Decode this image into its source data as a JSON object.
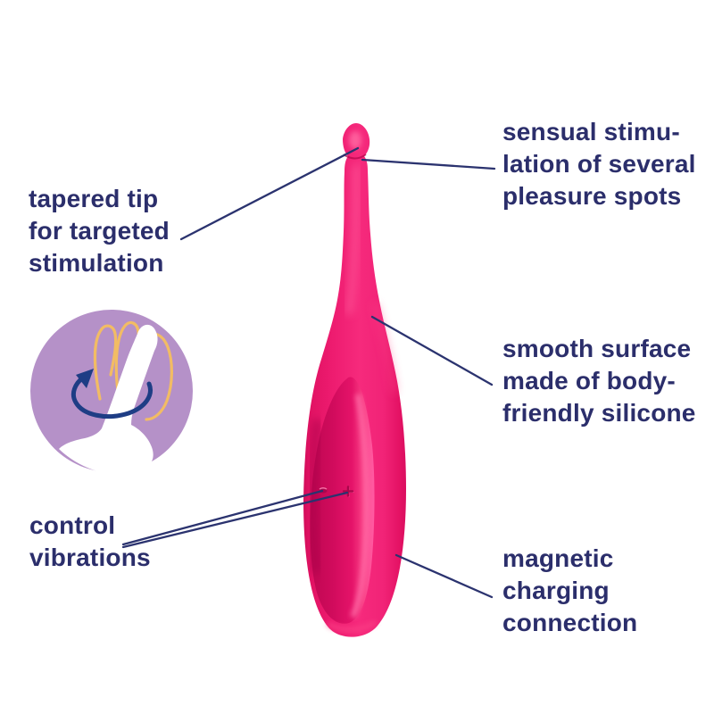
{
  "diagram": {
    "title": "product feature diagram",
    "product": "pink tapered twirling massager"
  },
  "annotations": {
    "tapered_tip": {
      "lines": [
        "tapered tip",
        "for targeted",
        "stimulation"
      ]
    },
    "sensual_stimulation": {
      "lines": [
        "sensual stimu-",
        "lation of several",
        "pleasure spots"
      ]
    },
    "smooth_surface": {
      "lines": [
        "smooth surface",
        "made of body-",
        "friendly silicone"
      ]
    },
    "control_vibrations": {
      "lines": [
        "control",
        "vibrations"
      ]
    },
    "magnetic_charging": {
      "lines": [
        "magnetic",
        "charging",
        "connection"
      ]
    }
  },
  "icon": {
    "name": "twirling-motion-icon",
    "meaning": "device twirls / oscillates"
  },
  "colors": {
    "background": "#ffffff",
    "text": "#2b2e6b",
    "leader_line": "#2b336f",
    "device_pink": "#ee1c70",
    "device_pink_dark": "#c00753",
    "device_pink_light": "#ff59a0",
    "icon_circle": "#b591c8",
    "icon_trail": "#f2bc64",
    "icon_arrow": "#1e3d85",
    "icon_silhouette": "#ffffff"
  }
}
